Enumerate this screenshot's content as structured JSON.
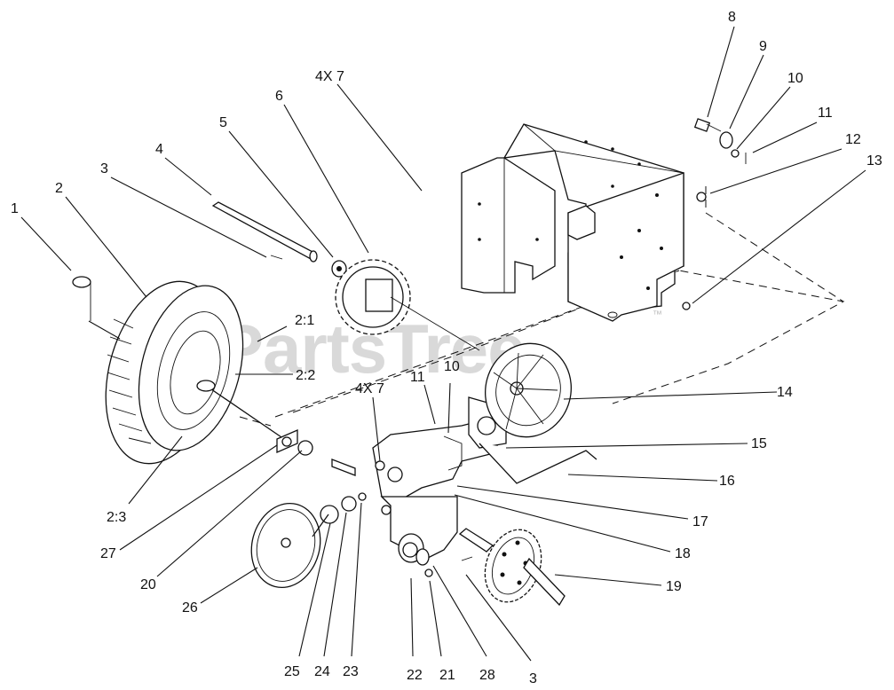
{
  "watermark": "PartsTree",
  "trademark": "™",
  "callouts": {
    "c1": "1",
    "c2": "2",
    "c3": "3",
    "c4": "4",
    "c5": "5",
    "c6": "6",
    "c4x7a": "4X 7",
    "c8": "8",
    "c9": "9",
    "c10a": "10",
    "c11a": "11",
    "c12": "12",
    "c13": "13",
    "c21_1": "2:1",
    "c22_2": "2:2",
    "c23_3": "2:3",
    "c4x7b": "4X 7",
    "c11b": "11",
    "c10b": "10",
    "c14": "14",
    "c15": "15",
    "c16": "16",
    "c17": "17",
    "c18": "18",
    "c19": "19",
    "c20": "20",
    "c27": "27",
    "c26": "26",
    "c25": "25",
    "c24": "24",
    "c23": "23",
    "c22": "22",
    "c21": "21",
    "c28": "28",
    "c3b": "3"
  }
}
